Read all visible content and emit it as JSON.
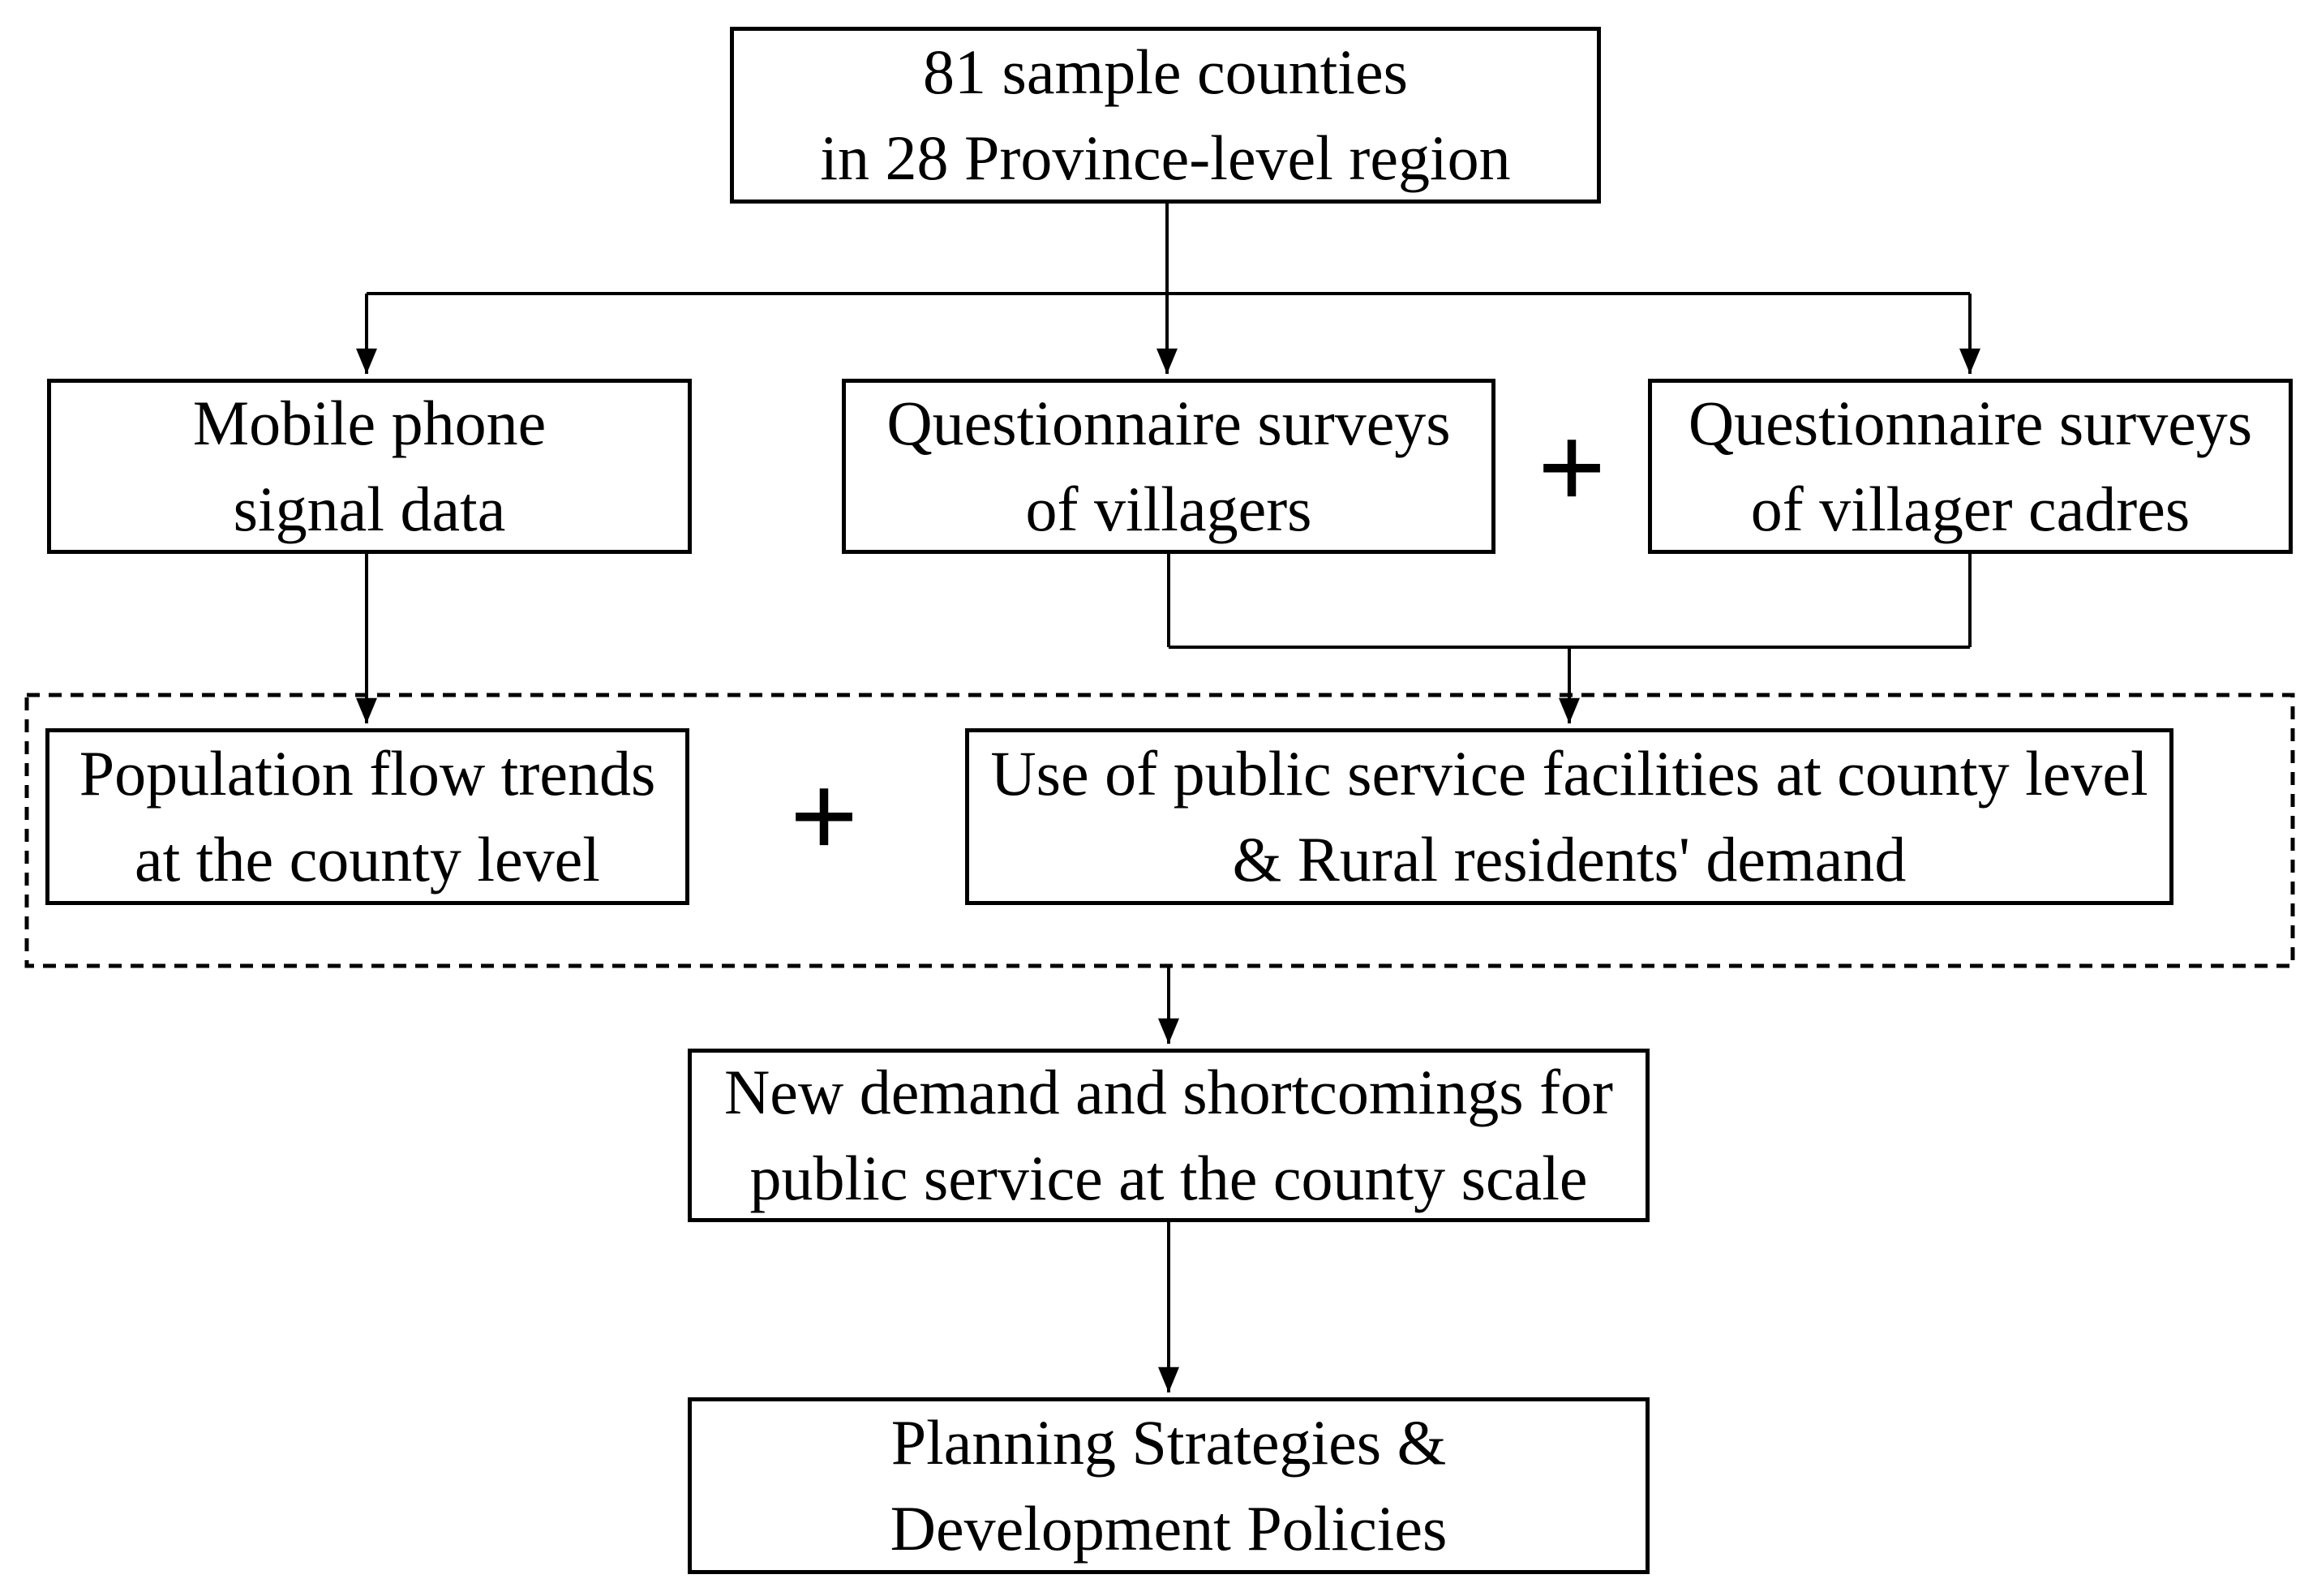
{
  "nodes": {
    "sample": {
      "label": "81 sample counties\nin 28 Province-level region"
    },
    "mobile": {
      "label": "Mobile phone\nsignal data"
    },
    "villagers": {
      "label": "Questionnaire surveys\nof villagers"
    },
    "cadres": {
      "label": "Questionnaire surveys\nof villager cadres"
    },
    "population": {
      "label": "Population flow trends\nat the county level"
    },
    "use": {
      "label": "Use of public service facilities at county level\n& Rural residents' demand"
    },
    "new_demand": {
      "label": "New demand and shortcomings for\npublic service at the county scale"
    },
    "planning": {
      "label": "Planning Strategies &\nDevelopment Policies"
    }
  },
  "operators": {
    "plus_surveys": "+",
    "plus_results": "+"
  },
  "colors": {
    "line": "#000000",
    "background": "#ffffff",
    "text": "#000000"
  }
}
